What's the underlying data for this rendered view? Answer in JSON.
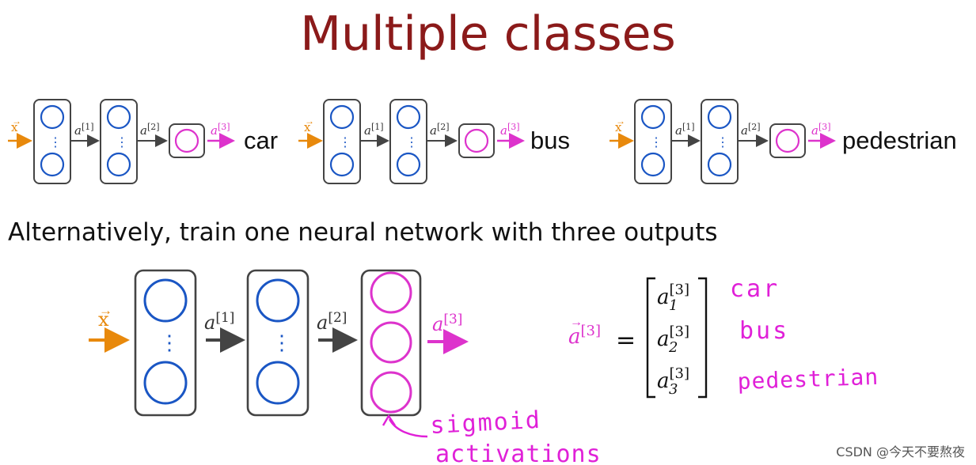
{
  "title": "Multiple classes",
  "subtitle": "Alternatively, train one neural network with three outputs",
  "input_label": "x",
  "activation_labels": [
    "a",
    "a",
    "a"
  ],
  "layer_superscripts": [
    "[1]",
    "[2]",
    "[3]"
  ],
  "small_networks": [
    {
      "output_label": "car"
    },
    {
      "output_label": "bus"
    },
    {
      "output_label": "pedestrian"
    }
  ],
  "vector_equation": {
    "lhs": "a",
    "lhs_superscript": "[3]",
    "equals": "=",
    "entries": [
      {
        "base": "a",
        "subscript": "1",
        "superscript": "[3]",
        "class_label": "car"
      },
      {
        "base": "a",
        "subscript": "2",
        "superscript": "[3]",
        "class_label": "bus"
      },
      {
        "base": "a",
        "subscript": "3",
        "superscript": "[3]",
        "class_label": "pedestrian"
      }
    ]
  },
  "annotation": {
    "line1": "sigmoid",
    "line2": "activations"
  },
  "watermark": "CSDN @今天不要熬夜",
  "colors": {
    "title": "#8b1a1a",
    "input": "#e8890c",
    "hidden_neuron": "#1a56c4",
    "output_neuron": "#dd33cc",
    "annotation": "#e020d8",
    "box_stroke": "#444444"
  }
}
